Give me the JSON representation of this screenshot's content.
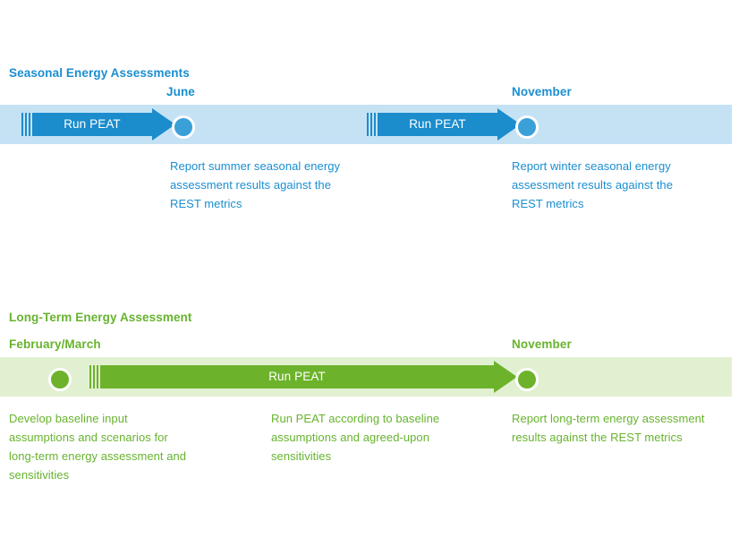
{
  "colors": {
    "blue_dark": "#1b8ccc",
    "blue_text": "#1a8ed0",
    "blue_band": "#c5e2f5",
    "green_dark": "#6cb32b",
    "green_text": "#67b32e",
    "green_band": "#e2f0d2",
    "white": "#ffffff"
  },
  "seasonal": {
    "title": "Seasonal Energy Assessments",
    "milestones": [
      {
        "month": "June",
        "caption": "Report summer seasonal energy assessment results against the REST metrics"
      },
      {
        "month": "November",
        "caption": "Report winter seasonal energy assessment results against the REST metrics"
      }
    ],
    "arrows": [
      {
        "label": "Run PEAT"
      },
      {
        "label": "Run PEAT"
      }
    ],
    "caption_lines": [
      [
        "Report summer seasonal energy",
        "assessment results against the",
        "REST metrics"
      ],
      [
        "Report winter seasonal energy",
        "assessment results against the",
        "REST metrics"
      ]
    ]
  },
  "longterm": {
    "title": "Long-Term Energy Assessment",
    "start_month": "February/March",
    "end_month": "November",
    "arrow_label": "Run PEAT",
    "caption_lines": [
      [
        "Develop baseline input",
        "assumptions and scenarios for",
        "long-term energy assessment and",
        "sensitivities"
      ],
      [
        "Run PEAT according to baseline",
        "assumptions and agreed-upon",
        "sensitivities"
      ],
      [
        "Report long-term energy assessment",
        "results against the REST metrics"
      ]
    ]
  }
}
